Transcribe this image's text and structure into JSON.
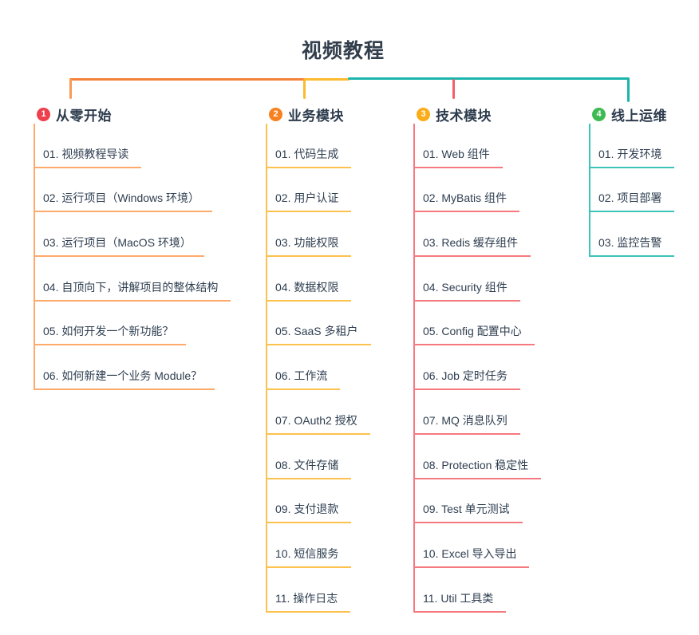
{
  "title": "视频教程",
  "branches": [
    {
      "number": "1",
      "label": "从零开始",
      "items": [
        "01. 视频教程导读",
        "02. 运行项目（Windows 环境）",
        "03. 运行项目（MacOS 环境）",
        "04. 自顶向下，讲解项目的整体结构",
        "05. 如何开发一个新功能？",
        "06. 如何新建一个业务 Module？"
      ]
    },
    {
      "number": "2",
      "label": "业务模块",
      "items": [
        "01. 代码生成",
        "02. 用户认证",
        "03. 功能权限",
        "04. 数据权限",
        "05. SaaS 多租户",
        "06. 工作流",
        "07. OAuth2 授权",
        "08. 文件存储",
        "09. 支付退款",
        "10. 短信服务",
        "11. 操作日志"
      ]
    },
    {
      "number": "3",
      "label": "技术模块",
      "items": [
        "01. Web 组件",
        "02. MyBatis 组件",
        "03. Redis 缓存组件",
        "04. Security 组件",
        "05. Config 配置中心",
        "06. Job 定时任务",
        "07. MQ 消息队列",
        "08. Protection 稳定性",
        "09. Test 单元测试",
        "10. Excel 导入导出",
        "11. Util 工具类"
      ]
    },
    {
      "number": "4",
      "label": "线上运维",
      "items": [
        "01. 开发环境",
        "02. 项目部署",
        "03. 监控告警"
      ]
    }
  ],
  "colors": {
    "text": "#2e3e50",
    "title_text": "#323e4c",
    "branch1": {
      "badge": "#ee3f4d",
      "connector": "#f5813a",
      "sub_line": "#ffaa6b"
    },
    "branch2": {
      "badge": "#f5821f",
      "connector": "#fcba2d",
      "sub_line": "#fdc24d"
    },
    "branch3": {
      "badge": "#fbac19",
      "connector": "#f2606b",
      "sub_line": "#f5797f"
    },
    "branch4": {
      "badge": "#3fba53",
      "connector": "#1cb5ac",
      "sub_line": "#3cc3ba"
    }
  }
}
